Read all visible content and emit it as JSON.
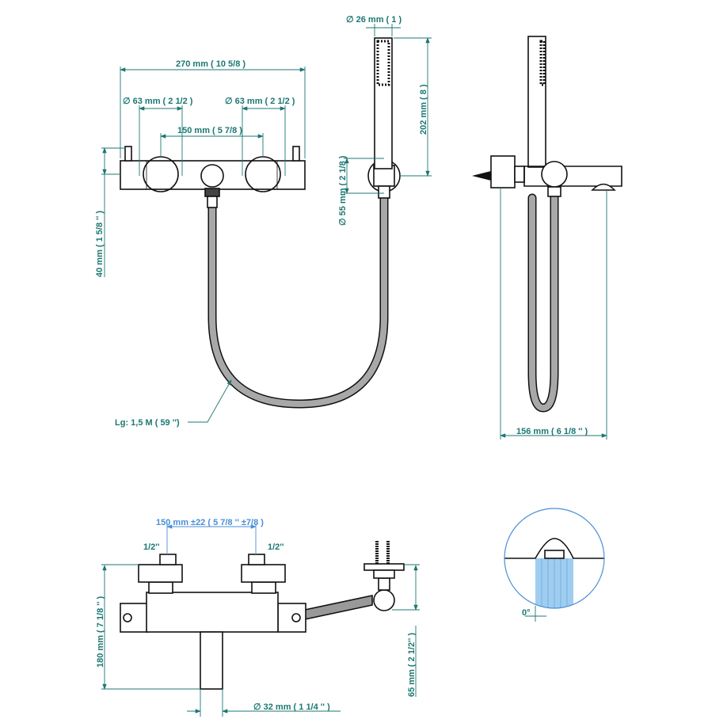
{
  "front_view": {
    "handshower_diameter": "∅ 26 mm ( 1 )",
    "total_width": "270 mm ( 10 5/8 )",
    "knob_left_diameter": "∅ 63 mm ( 2 1/2 )",
    "knob_right_diameter": "∅ 63 mm ( 2 1/2 )",
    "knob_spacing": "150 mm ( 5 7/8 )",
    "handshower_length": "202 mm ( 8 )",
    "holder_diameter": "∅ 55 mm ( 2 1/8 )",
    "body_height": "40 mm ( 1 5/8 '' )",
    "hose_length": "Lg: 1,5 M ( 59 '')"
  },
  "side_view": {
    "depth": "156 mm ( 6 1/8 '' )"
  },
  "top_view": {
    "inlet_spacing": "150 mm ±22 ( 5 7/8 '' ±7/8 )",
    "inlet_left": "1/2''",
    "inlet_right": "1/2''",
    "total_height": "180 mm ( 7 1/8 '' )",
    "holder_offset": "65 mm ( 2 1/2'' )",
    "spout_diameter": "∅ 32 mm ( 1 1/4 '' )"
  },
  "detail": {
    "angle": "0°"
  },
  "colors": {
    "dimension": "#1c7773",
    "tolerance": "#4a8fd6",
    "water": "#9fcdf0"
  }
}
